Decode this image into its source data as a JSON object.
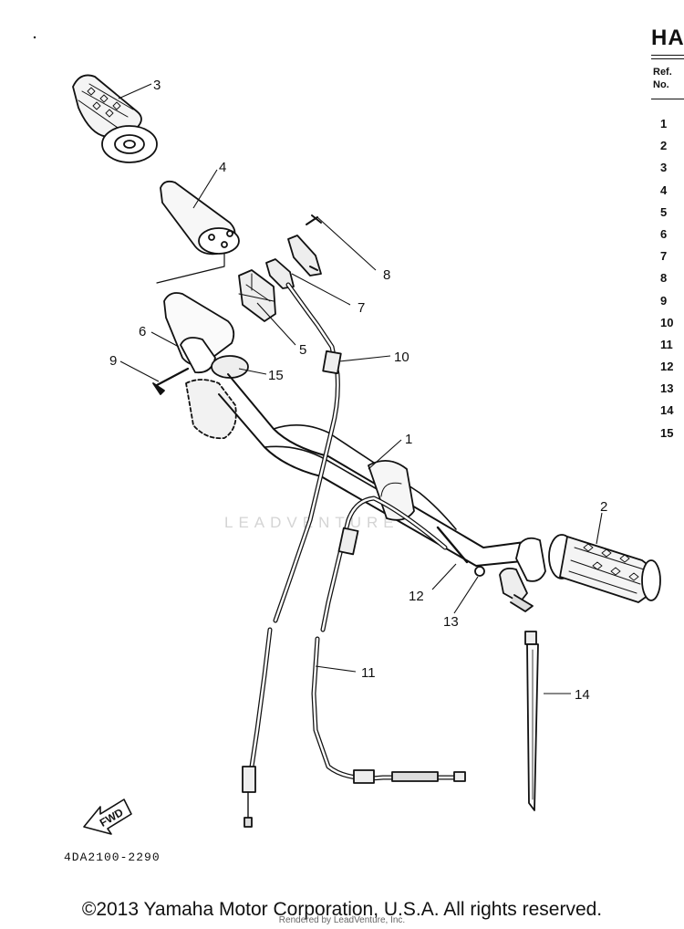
{
  "diagram": {
    "title": "HA",
    "ref_header": [
      "Ref.",
      "No."
    ],
    "ref_numbers": [
      "1",
      "2",
      "3",
      "4",
      "5",
      "6",
      "7",
      "8",
      "9",
      "10",
      "11",
      "12",
      "13",
      "14",
      "15"
    ],
    "callouts": [
      "1",
      "2",
      "3",
      "4",
      "5",
      "6",
      "7",
      "8",
      "9",
      "10",
      "11",
      "12",
      "13",
      "14",
      "15"
    ],
    "arrow_label": "FWD",
    "diagram_code": "4DA2100-2290",
    "watermark": "LEADVENTURE"
  },
  "footer": {
    "copyright": "©2013 Yamaha Motor Corporation, U.S.A. All rights reserved.",
    "rendered_by": "Rendered by LeadVenture, Inc."
  }
}
